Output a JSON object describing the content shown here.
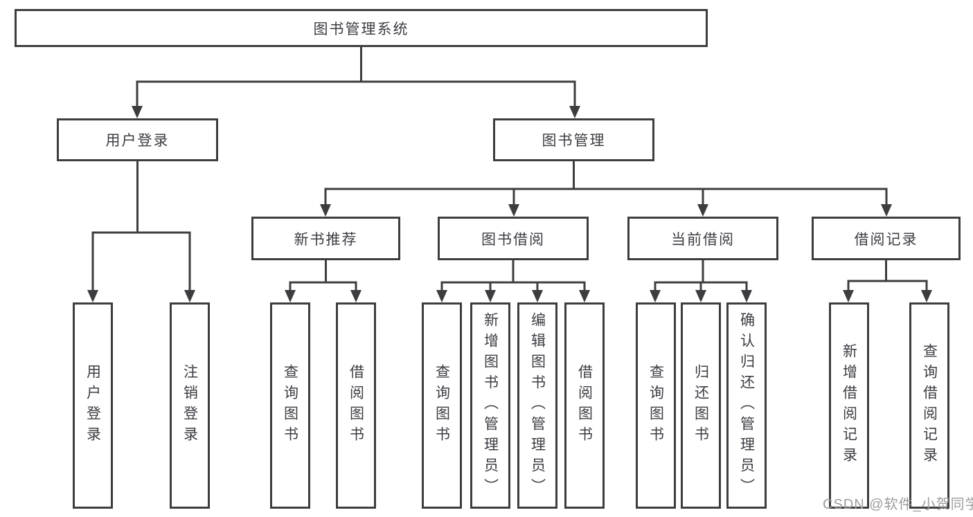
{
  "tree": {
    "label": "图书管理系统",
    "children": [
      {
        "label": "用户登录",
        "children": [
          {
            "label": "用户登录"
          },
          {
            "label": "注销登录"
          }
        ]
      },
      {
        "label": "图书管理",
        "children": [
          {
            "label": "新书推荐",
            "children": [
              {
                "label": "查询图书"
              },
              {
                "label": "借阅图书"
              }
            ]
          },
          {
            "label": "图书借阅",
            "children": [
              {
                "label": "查询图书"
              },
              {
                "label": "新增图书（管理员）"
              },
              {
                "label": "编辑图书（管理员）"
              },
              {
                "label": "借阅图书"
              }
            ]
          },
          {
            "label": "当前借阅",
            "children": [
              {
                "label": "查询图书"
              },
              {
                "label": "归还图书"
              },
              {
                "label": "确认归还（管理员）"
              }
            ]
          },
          {
            "label": "借阅记录",
            "children": [
              {
                "label": "新增借阅记录"
              },
              {
                "label": "查询借阅记录"
              }
            ]
          }
        ]
      }
    ]
  },
  "watermark": {
    "text": "CSDN @软件_小贺同学"
  },
  "colors": {
    "line": "#3d3d40",
    "text": "#3c3c43",
    "watermark": "#9c9c9c",
    "background": "#ffffff"
  }
}
